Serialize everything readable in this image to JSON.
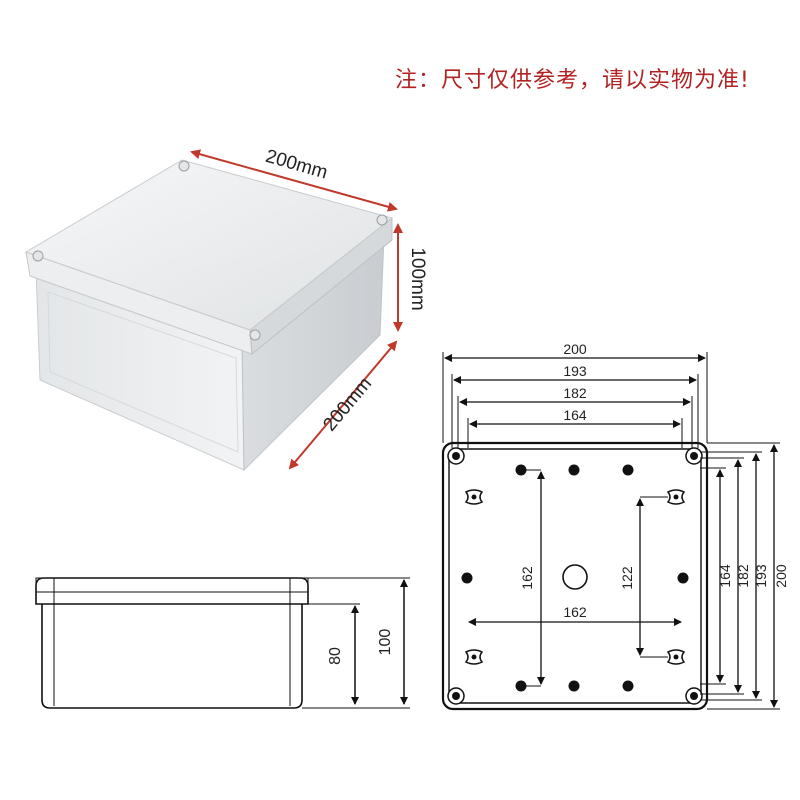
{
  "note": "注：尺寸仅供参考，请以实物为准!",
  "photo": {
    "width_label": "200mm",
    "height_label": "100mm",
    "depth_label": "200mm",
    "arrow_color": "#c0392b",
    "box_color": "#e9ebec"
  },
  "side_view": {
    "inner_height": "80",
    "outer_height": "100"
  },
  "top_view": {
    "width_dims": [
      "200",
      "193",
      "182",
      "164"
    ],
    "height_dims": [
      "164",
      "182",
      "193",
      "200"
    ],
    "inner_vertical_1": "162",
    "inner_vertical_2": "122",
    "inner_horizontal": "162"
  }
}
